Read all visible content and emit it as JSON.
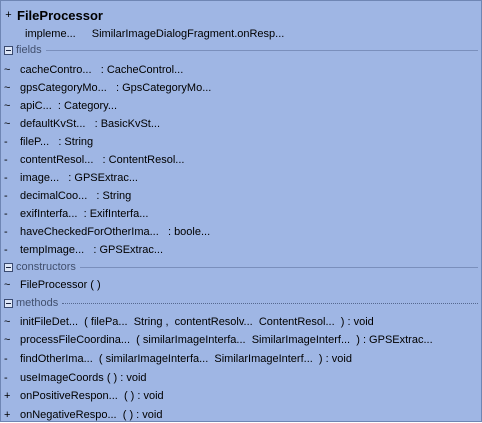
{
  "class_box": {
    "expand_mark": "+",
    "name": "FileProcessor",
    "implements_keyword": "impleme...",
    "implements_type": "SimilarImageDialogFragment.onResp..."
  },
  "sections": {
    "fields": "fields",
    "constructors": "constructors",
    "methods": "methods"
  },
  "fields": [
    {
      "vis": "~",
      "text": "cacheContro...   : CacheControl..."
    },
    {
      "vis": "~",
      "text": "gpsCategoryMo...   : GpsCategoryMo..."
    },
    {
      "vis": "~",
      "text": "apiC...  : Category..."
    },
    {
      "vis": "~",
      "text": "defaultKvSt...   : BasicKvSt..."
    },
    {
      "vis": "-",
      "text": "fileP...   : String"
    },
    {
      "vis": "-",
      "text": "contentResol...   : ContentResol..."
    },
    {
      "vis": "-",
      "text": "image...   : GPSExtrac..."
    },
    {
      "vis": "-",
      "text": "decimalCoo...   : String"
    },
    {
      "vis": "-",
      "text": "exifInterfa...  : ExifInterfa..."
    },
    {
      "vis": "-",
      "text": "haveCheckedForOtherIma...   : boole..."
    },
    {
      "vis": "-",
      "text": "tempImage...   : GPSExtrac..."
    }
  ],
  "constructors": [
    {
      "vis": "~",
      "text": "FileProcessor ( )"
    }
  ],
  "methods": [
    {
      "vis": "~",
      "text": "initFileDet...  ( filePa...  String ,  contentResolv...  ContentResol...  ) : void"
    },
    {
      "vis": "~",
      "text": "processFileCoordina...  ( similarImageInterfa...  SimilarImageInterf...  ) : GPSExtrac..."
    },
    {
      "vis": "-",
      "text": "findOtherIma...  ( similarImageInterfa...  SimilarImageInterf...  ) : void"
    },
    {
      "vis": "-",
      "text": "useImageCoords ( ) : void"
    },
    {
      "vis": "+",
      "text": "onPositiveRespon...  ( ) : void"
    },
    {
      "vis": "+",
      "text": "onNegativeRespo...  ( ) : void"
    }
  ]
}
